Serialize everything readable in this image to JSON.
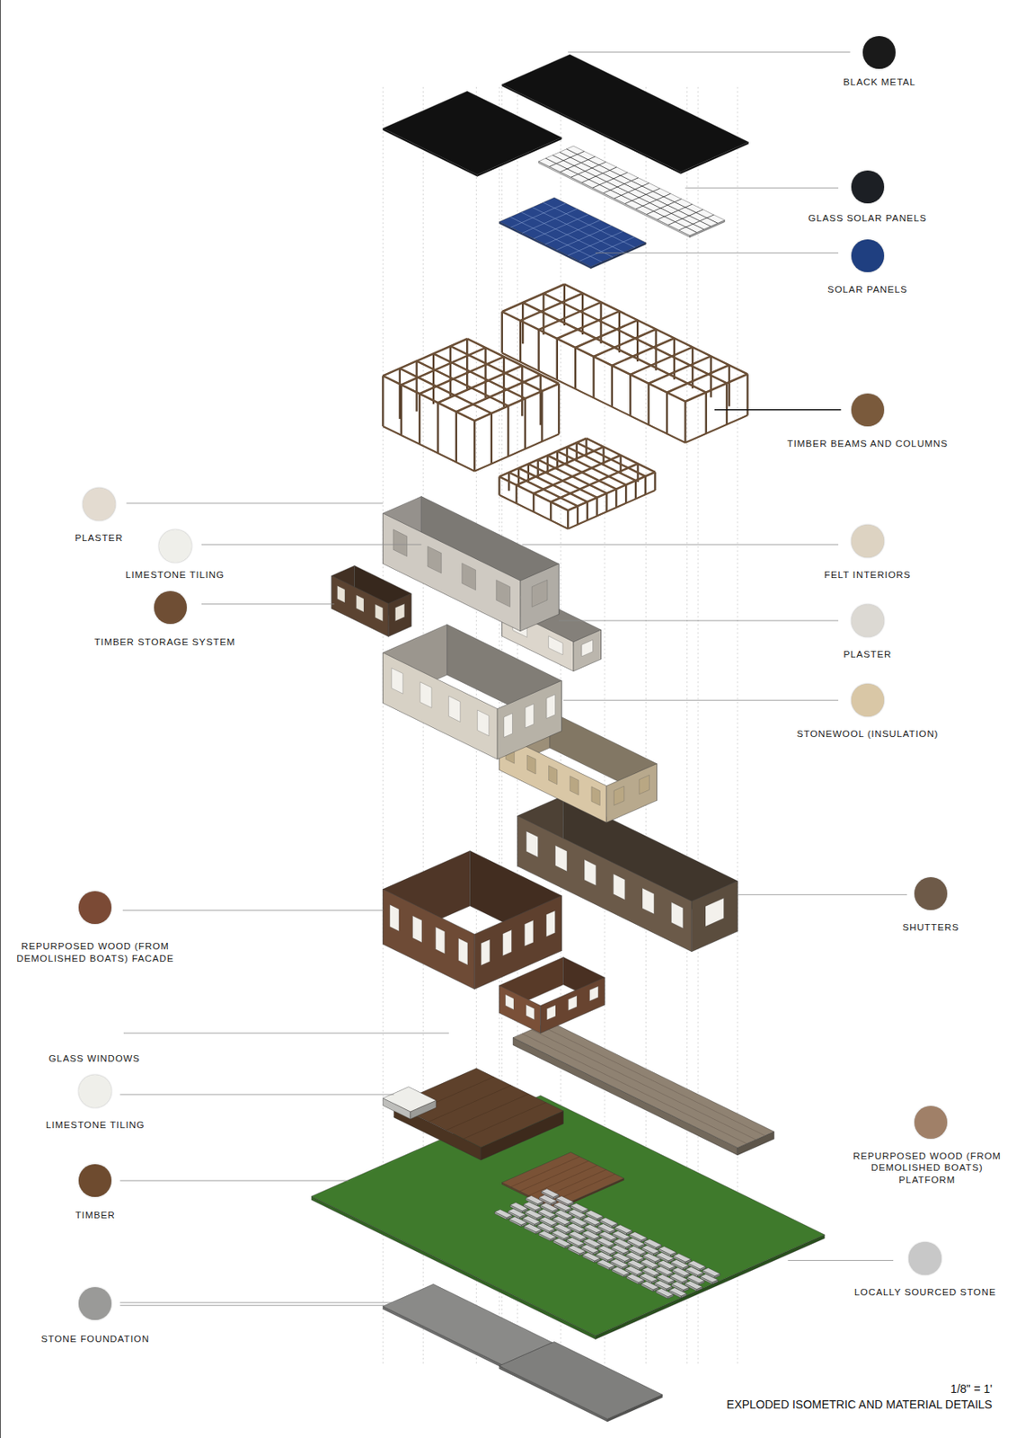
{
  "diagram": {
    "caption": "EXPLODED ISOMETRIC AND MATERIAL DETAILS",
    "labels": [
      "GLASS WINDOWS",
      "1/8\" = 1'"
    ],
    "legend": [
      {
        "text": "BLACK METAL",
        "color": "#1a1a1a"
      },
      {
        "text": "GLASS SOLAR PANELS",
        "color": "#1c1f24"
      },
      {
        "text": "SOLAR PANELS",
        "color": "#1f3f80"
      },
      {
        "text": "TIMBER BEAMS AND COLUMNS",
        "color": "#7a5a3c"
      },
      {
        "text": "PLASTER",
        "color": "#e3dbd0"
      },
      {
        "text": "LIMESTONE TILING",
        "color": "#efefea"
      },
      {
        "text": "FELT INTERIORS",
        "color": "#ddd3c2"
      },
      {
        "text": "TIMBER STORAGE SYSTEM",
        "color": "#6f4e34"
      },
      {
        "text": "PLASTER",
        "color": "#dcd9d3"
      },
      {
        "text": "STONEWOOL (INSULATION)",
        "color": "#d9c7a6"
      },
      {
        "text": "SHUTTERS",
        "color": "#6e5a48"
      },
      {
        "text": "REPURPOSED WOOD (FROM DEMOLISHED BOATS) FACADE",
        "color": "#7b4a35"
      },
      {
        "text": "LIMESTONE TILING",
        "color": "#efefea"
      },
      {
        "text": "TIMBER",
        "color": "#6e4b2f"
      },
      {
        "text": "REPURPOSED WOOD (FROM DEMOLISHED BOATS) PLATFORM",
        "color": "#a08068"
      },
      {
        "text": "LOCALLY SOURCED STONE",
        "color": "#c8c8c8"
      },
      {
        "text": "STONE FOUNDATION",
        "color": "#9a9a98"
      }
    ]
  }
}
